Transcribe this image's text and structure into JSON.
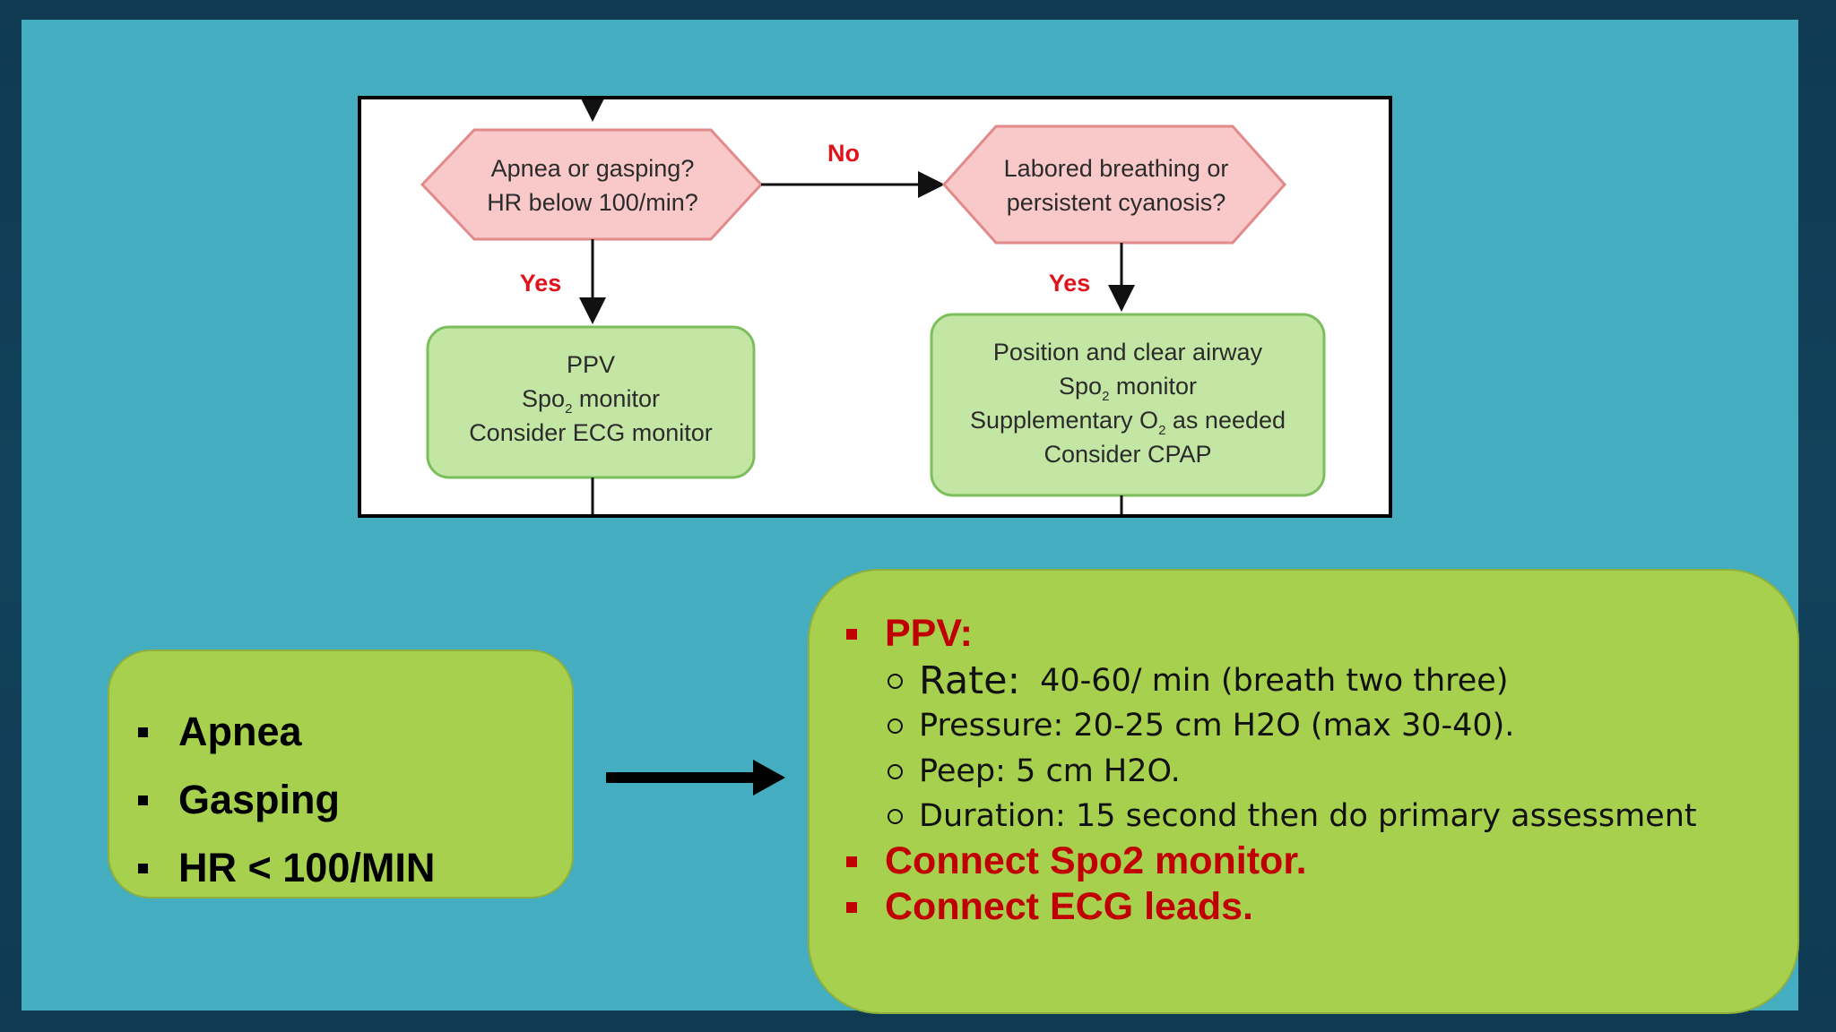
{
  "colors": {
    "background": "#12425c",
    "slide": "#44adc0",
    "green_box": "#a6d04d",
    "red_text": "#c00000",
    "diamond_fill": "#f9c8c8",
    "action_box_fill": "#c4e6a4"
  },
  "flowchart": {
    "decision_left": {
      "line1": "Apnea or gasping?",
      "line2": "HR below 100/min?"
    },
    "decision_right": {
      "line1": "Labored breathing or",
      "line2": "persistent cyanosis?"
    },
    "label_no": "No",
    "label_yes_left": "Yes",
    "label_yes_right": "Yes",
    "action_left": {
      "line1": "PPV",
      "line2_main": "Spo",
      "line2_sub": "2",
      "line2_rest": " monitor",
      "line3": "Consider ECG monitor"
    },
    "action_right": {
      "line1": "Position and clear airway",
      "line2_main": "Spo",
      "line2_sub": "2",
      "line2_rest": " monitor",
      "line3_main": "Supplementary O",
      "line3_sub": "2",
      "line3_rest": " as needed",
      "line4": "Consider CPAP"
    }
  },
  "left_box": {
    "items": [
      "Apnea",
      "Gasping",
      "HR < 100/MIN"
    ]
  },
  "right_box": {
    "ppv_heading": "PPV:",
    "rate_label": "Rate:",
    "rate_value": "40-60/ min (breath two three)",
    "pressure": "Pressure: 20-25 cm H2O (max 30-40).",
    "peep": "Peep: 5 cm H2O.",
    "duration": "Duration: 15 second then do primary assessment",
    "connect_spo2": "Connect Spo2 monitor.",
    "connect_ecg": "Connect ECG leads."
  }
}
